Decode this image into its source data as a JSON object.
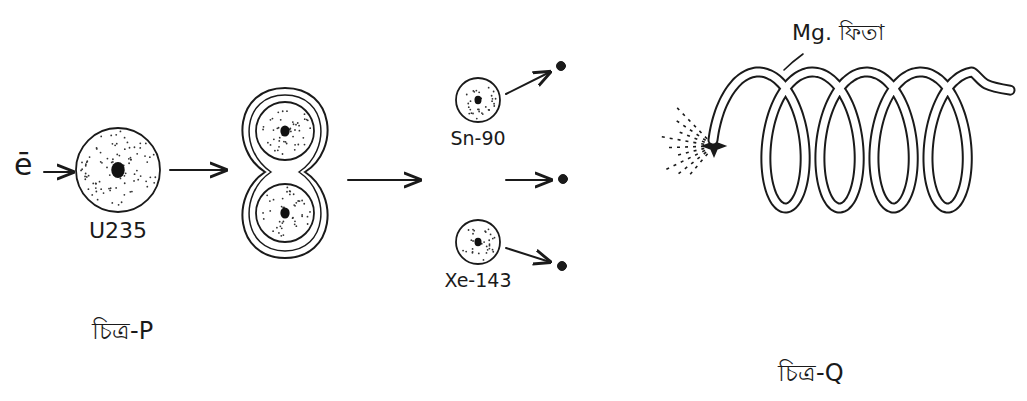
{
  "diagram": {
    "nodes": [
      {
        "text": [
          "U235"
        ]
      },
      {
        "text": [
          "Sn-90"
        ]
      },
      {
        "text": [
          "Xe-143"
        ]
      }
    ],
    "labels": [
      "ē",
      "চিত্র-P",
      "Mg. ফিতা",
      "চিত্র-Q"
    ]
  }
}
